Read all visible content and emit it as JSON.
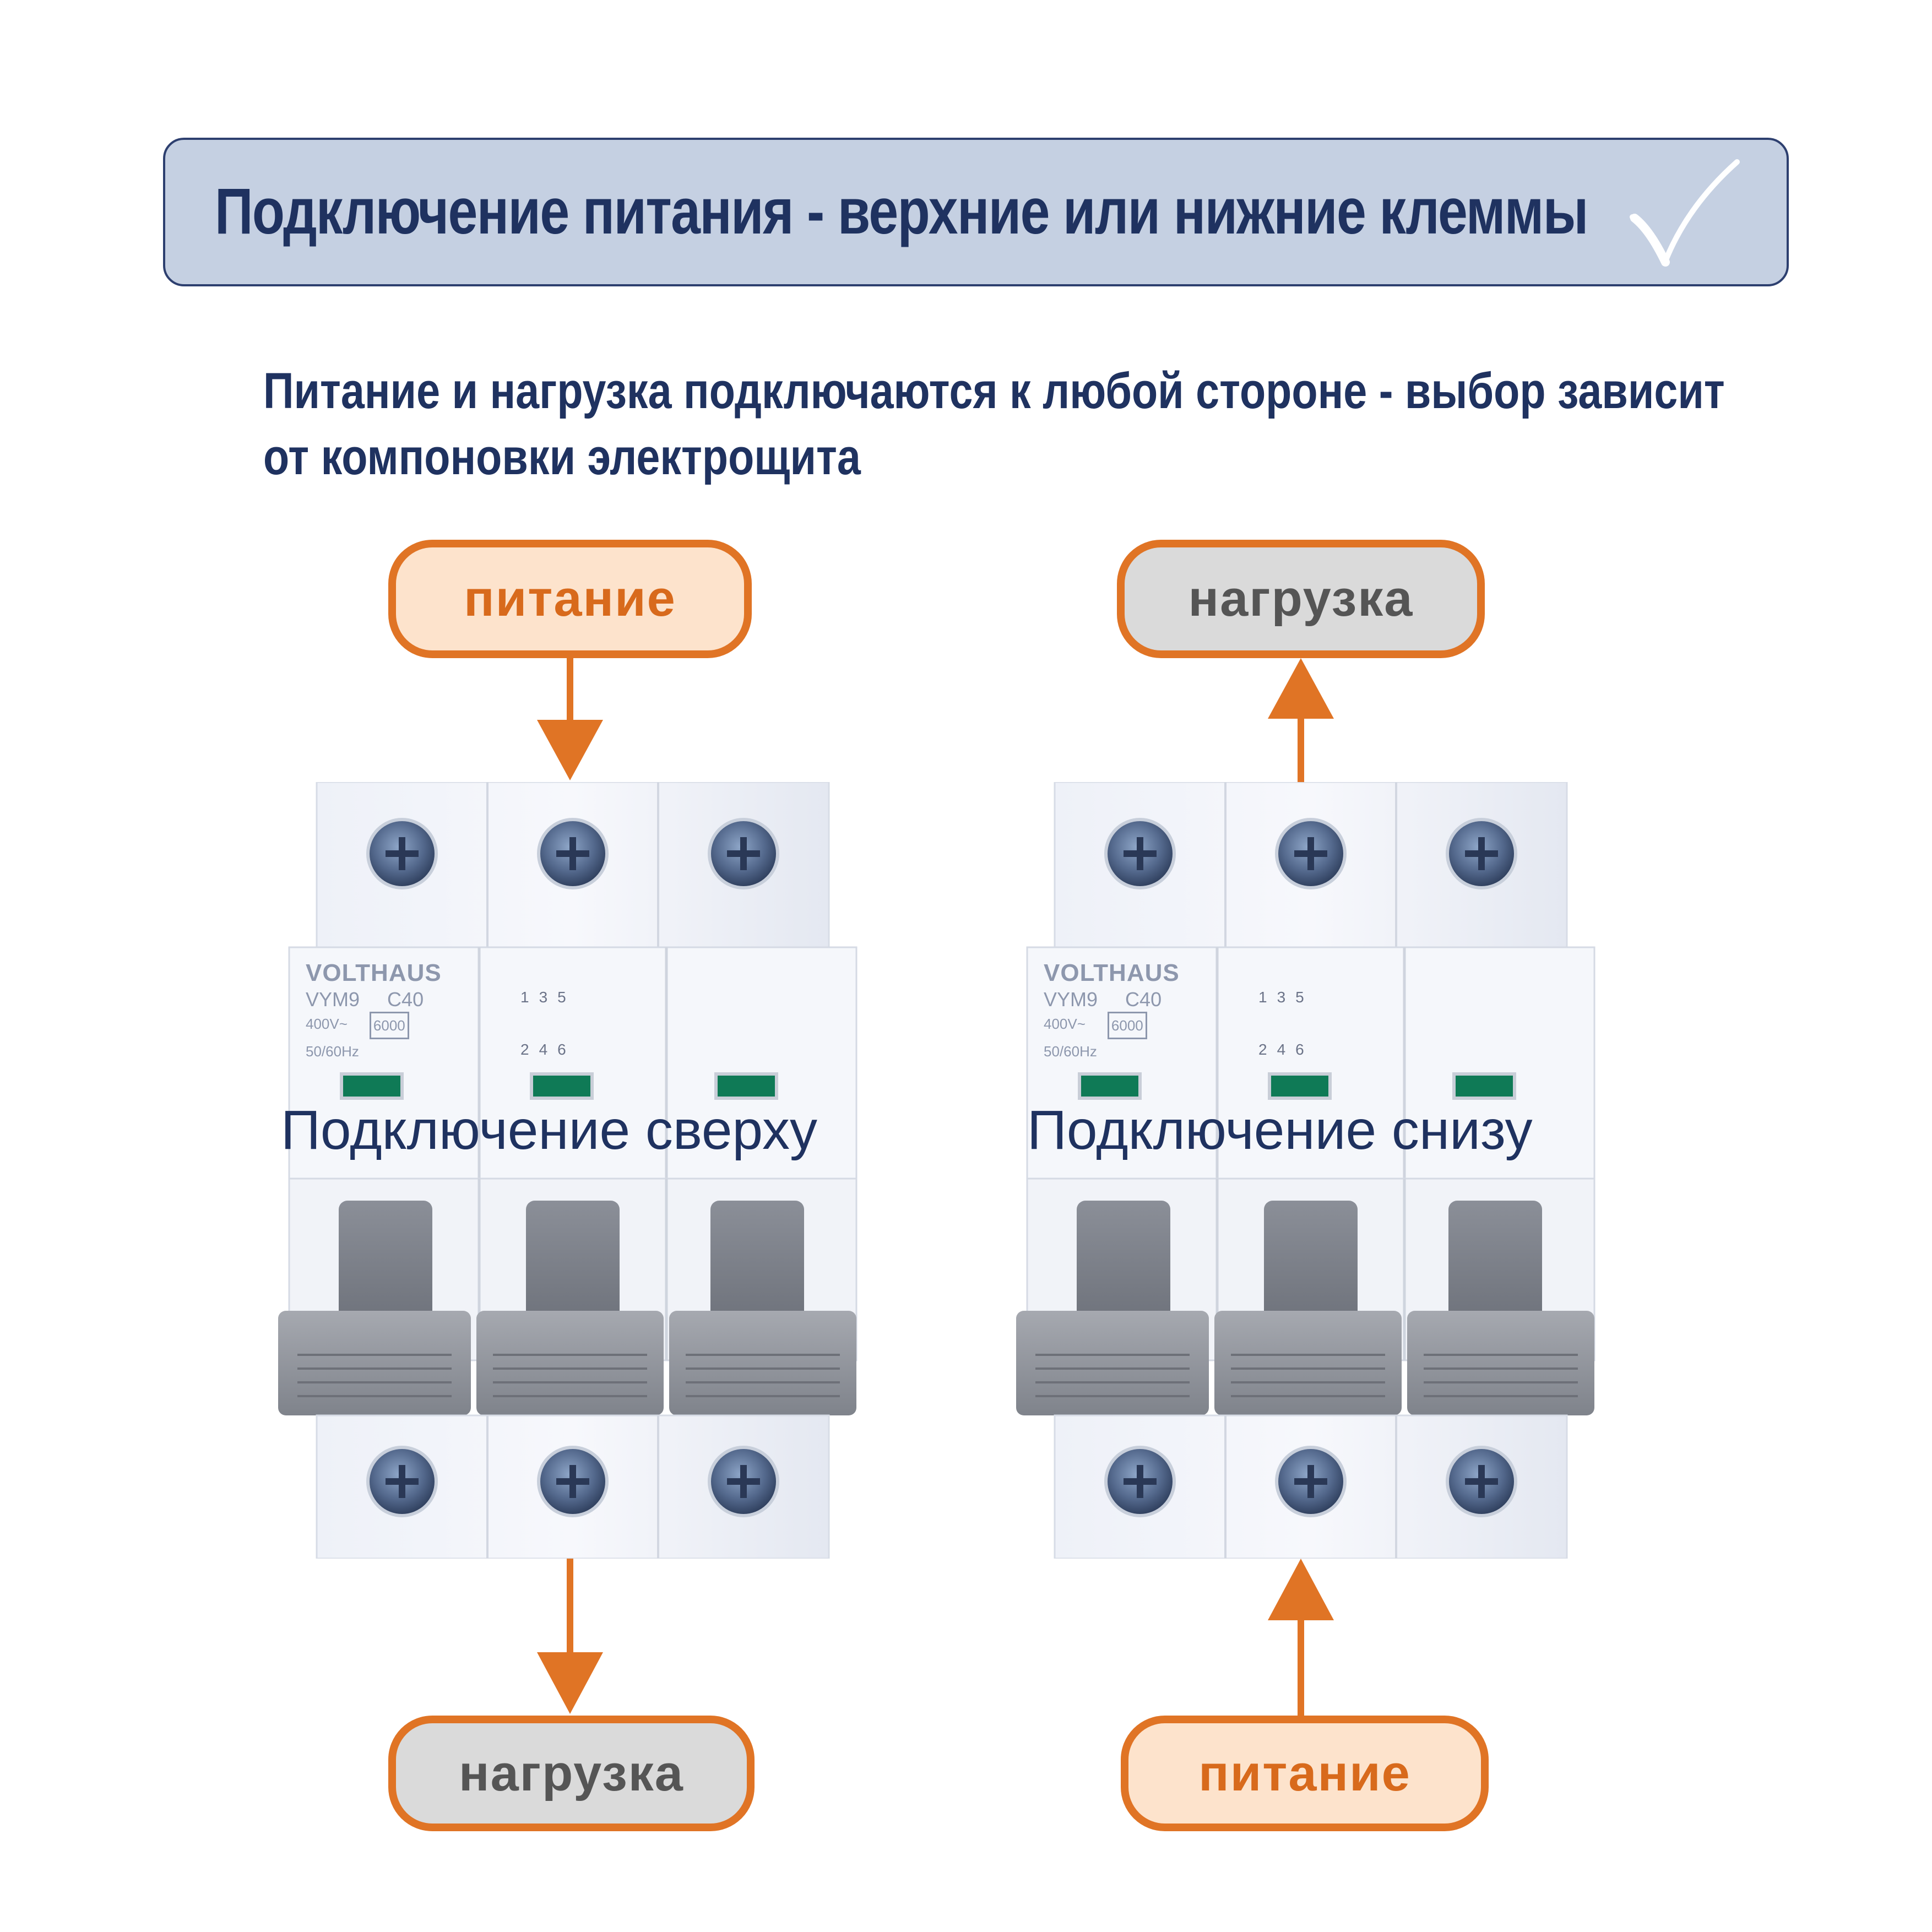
{
  "header": {
    "title": "Подключение питания - верхние или нижние клеммы",
    "check_icon": "checkmark-icon"
  },
  "subtitle": {
    "line1": "Питание и нагрузка подключаются к любой стороне - выбор зависит",
    "line2": "от компоновки электрощита"
  },
  "left": {
    "top_pill": "питание",
    "bottom_pill": "нагрузка",
    "caption": "Подключение сверху",
    "arrow_direction": "down"
  },
  "right": {
    "top_pill": "нагрузка",
    "bottom_pill": "питание",
    "caption": "Подключение снизу",
    "arrow_direction": "top-up, bottom-up"
  },
  "breaker": {
    "brand": "VOLTHAUS",
    "model": "VYM9",
    "rating": "C40",
    "voltage": "400V~",
    "frequency": "50/60Hz",
    "breaking_capacity": "6000",
    "terminal_top": [
      "1",
      "3",
      "5"
    ],
    "terminal_bottom": [
      "2",
      "4",
      "6"
    ]
  },
  "colors": {
    "accent_orange": "#e07425",
    "navy": "#1f3260",
    "banner_bg": "#c5d0e2",
    "supply_fill": "#fde3cc",
    "load_fill": "#dadada"
  }
}
